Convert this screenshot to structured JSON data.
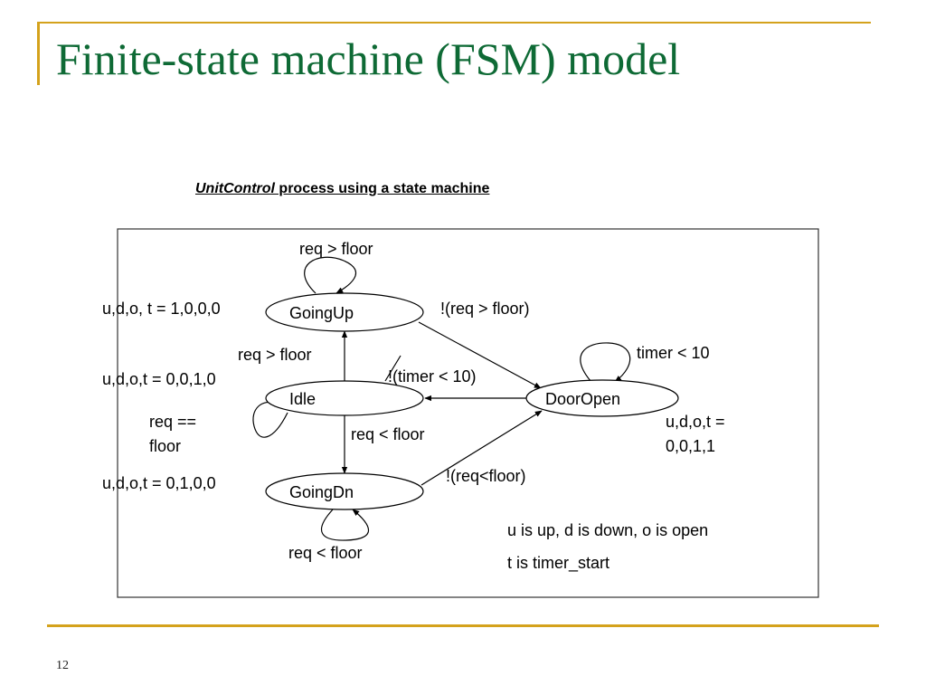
{
  "slide": {
    "title": "Finite-state machine (FSM) model",
    "page_number": "12",
    "accent_color": "#d4a21c",
    "title_color": "#0e6a35"
  },
  "caption": {
    "italic_part": "UnitControl",
    "rest": " process using a state machine"
  },
  "states": {
    "going_up": "GoingUp",
    "idle": "Idle",
    "going_dn": "GoingDn",
    "door_open": "DoorOpen"
  },
  "outputs": {
    "going_up": "u,d,o, t = 1,0,0,0",
    "idle": "u,d,o,t = 0,0,1,0",
    "going_dn": "u,d,o,t = 0,1,0,0",
    "door_open_line1": "u,d,o,t =",
    "door_open_line2": "0,0,1,1"
  },
  "transitions": {
    "going_up_self": "req > floor",
    "idle_to_going_up": "req > floor",
    "going_up_to_door_open": "!(req > floor)",
    "door_open_self": "timer < 10",
    "door_open_to_idle": "!(timer < 10)",
    "idle_self_line1": "req ==",
    "idle_self_line2": "floor",
    "idle_to_going_dn": "req < floor",
    "going_dn_to_door_open": "!(req<floor)",
    "going_dn_self": "req < floor"
  },
  "legend": {
    "line1": "u is up, d is down, o is open",
    "line2": "t is timer_start"
  }
}
